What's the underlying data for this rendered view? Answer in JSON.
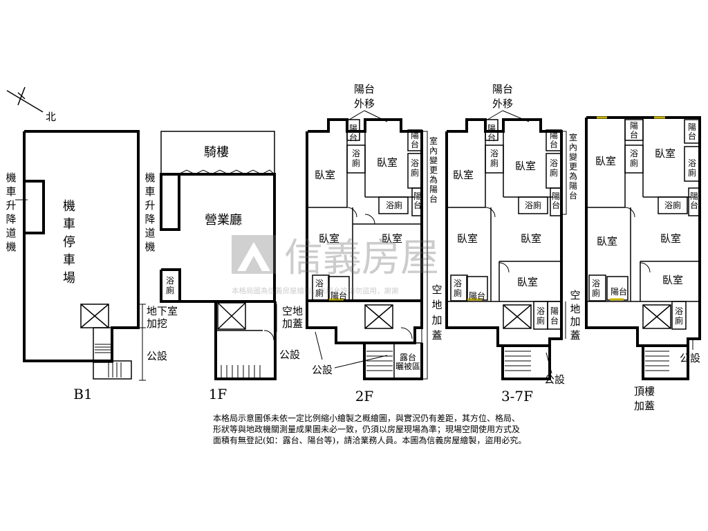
{
  "compass": {
    "label": "北"
  },
  "floors": {
    "b1": {
      "label": "B1",
      "room_parking": "機車停車場",
      "lift": "機車升降道機"
    },
    "f1": {
      "label": "1F",
      "arcade": "騎樓",
      "business_hall": "營業廳",
      "lift": "機車升降道機",
      "bath": "浴廁"
    },
    "f2": {
      "label": "2F"
    },
    "f3_7": {
      "label": "3-7F"
    },
    "roof": {
      "label": "頂樓加蓋",
      "label_line1": "頂樓",
      "label_line2": "加蓋"
    }
  },
  "rooms": {
    "bedroom": "臥室",
    "bathroom": "浴廁",
    "balcony": "陽台",
    "terrace": "露台",
    "drying_area": "曬被區"
  },
  "annotations": {
    "balcony_moved": [
      "陽台",
      "外移"
    ],
    "interior_changed": "室內變更為陽台",
    "basement_dug": [
      "地下室",
      "加挖"
    ],
    "open_space_added": [
      "空地",
      "加蓋"
    ],
    "public_facility": "公設"
  },
  "watermark": {
    "brand": "信義房屋",
    "sub": "本格局圖為信義房屋繪製，未經允許請勿盜用，謝謝"
  },
  "disclaimer": [
    "本格局示意圖係未依一定比例縮小繪製之概繪圖，與實況仍有差距，其方位、格局、",
    "形狀等與地政機關測量成果圖未必一致，仍須以房屋現場為準；現場空間使用方式及",
    "面積有無登記(如：露台、陽台等)，請洽業務人員。本圖為信義房屋繪製，盜用必究。"
  ]
}
